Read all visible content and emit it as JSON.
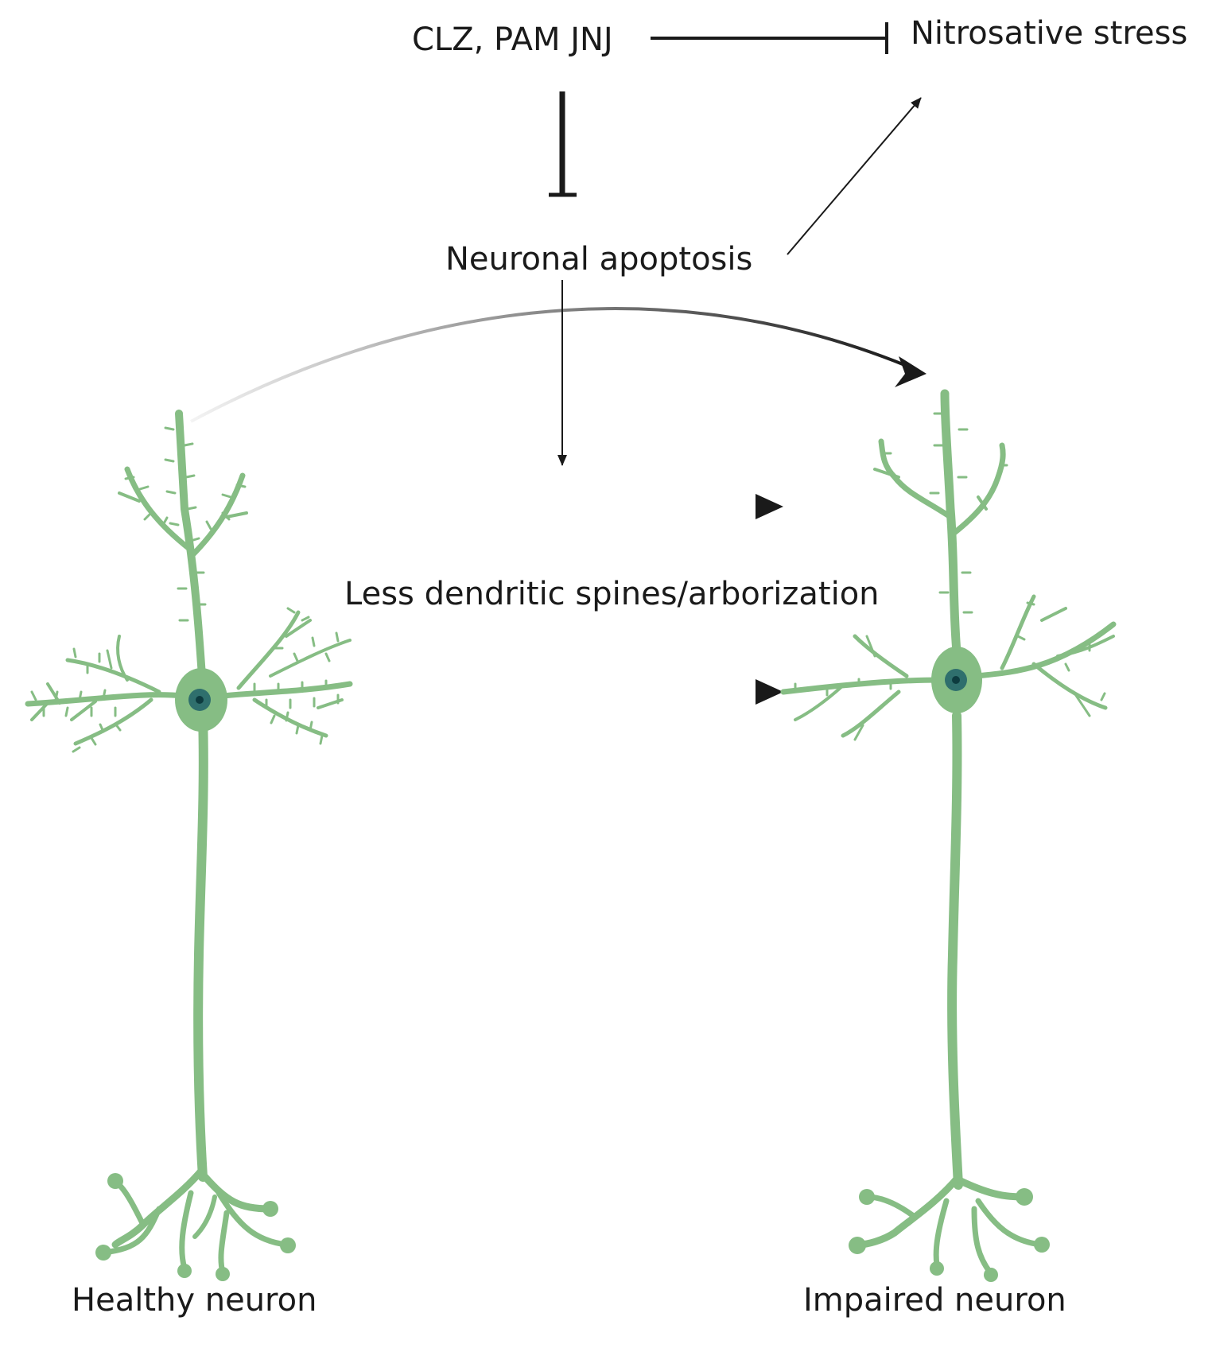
{
  "labels": {
    "drugs": "CLZ, PAM JNJ",
    "nitrosative_stress": "Nitrosative stress",
    "neuronal_apoptosis": "Neuronal apoptosis",
    "less_dendritic": "Less dendritic spines/arborization",
    "healthy_neuron": "Healthy neuron",
    "impaired_neuron": "Impaired neuron"
  },
  "colors": {
    "neuron_fill": "#86bd84",
    "neuron_stroke": "#5f9e63",
    "nucleus": "#2f6f6d",
    "nucleolus": "#0d3b3f",
    "arrow": "#1a1a1a"
  },
  "relations": [
    {
      "from": "drugs",
      "to": "nitrosative_stress",
      "type": "inhibition"
    },
    {
      "from": "drugs",
      "to": "neuronal_apoptosis",
      "type": "inhibition"
    },
    {
      "from": "neuronal_apoptosis",
      "to": "nitrosative_stress",
      "type": "activation"
    },
    {
      "from": "neuronal_apoptosis",
      "to": "less_dendritic",
      "type": "activation"
    },
    {
      "from": "healthy_neuron",
      "to": "impaired_neuron",
      "type": "activation"
    }
  ]
}
